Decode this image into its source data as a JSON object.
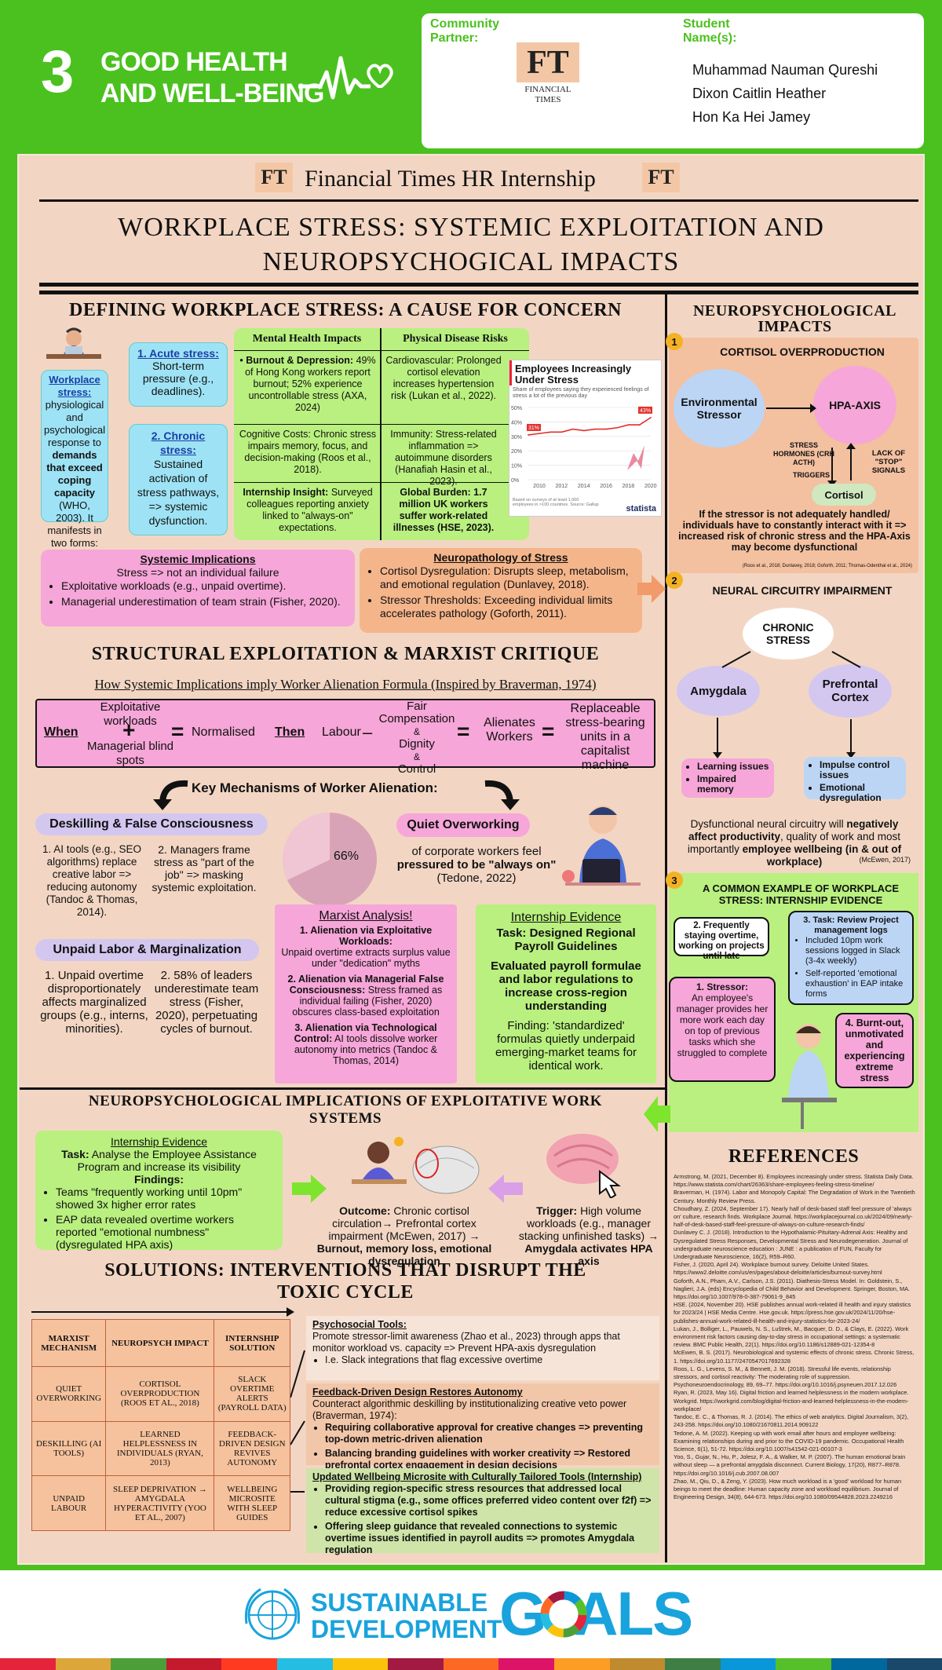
{
  "header": {
    "goal_number": "3",
    "goal_line1": "GOOD HEALTH",
    "goal_line2": "AND WELL-BEING",
    "community_label1": "Community",
    "community_label2": "Partner:",
    "ft_logo": "FT",
    "ft_name1": "FINANCIAL",
    "ft_name2": "TIMES",
    "student_label1": "Student",
    "student_label2": "Name(s):",
    "students": [
      "Muhammad Nauman Qureshi",
      "Dixon Caitlin Heather",
      "Hon Ka Hei Jamey"
    ]
  },
  "banner": {
    "ft": "FT",
    "title": "Financial Times HR Internship"
  },
  "title": {
    "line1": "WORKPLACE STRESS: SYSTEMIC EXPLOITATION AND",
    "line2": "NEUROPSYCHOGICAL IMPACTS"
  },
  "defining": {
    "title": "DEFINING WORKPLACE STRESS: A CAUSE FOR CONCERN",
    "def_head": "Workplace stress:",
    "def_text1": "physiological and psychological response to",
    "def_bold": "demands that exceed coping capacity",
    "def_text2": "(WHO, 2003). It manifests in two forms:",
    "acute_head": "1. Acute stress:",
    "acute_text": "Short-term pressure (e.g., deadlines).",
    "chronic_head": "2. Chronic stress:",
    "chronic_text": "Sustained activation of stress pathways, => systemic dysfunction.",
    "mh_head": "Mental Health Impacts",
    "mh1_bold": "Burnout & Depression:",
    "mh1": "49% of Hong Kong workers report burnout; 52% experience uncontrollable stress (AXA, 2024)",
    "mh2": "Cognitive Costs: Chronic stress impairs memory, focus, and decision-making (Roos et al., 2018).",
    "mh3_bold": "Internship Insight:",
    "mh3": "Surveyed colleagues reporting anxiety linked to \"always-on\" expectations.",
    "pd_head": "Physical Disease Risks",
    "pd1": "Cardiovascular: Prolonged cortisol elevation increases hypertension risk (Lukan et al., 2022).",
    "pd2": "Immunity: Stress-related inflammation => autoimmune disorders (Hanafiah Hasin et al., 2023).",
    "pd3": "Global Burden: 1.7 million UK workers suffer work-related illnesses (HSE, 2023).",
    "sys_head": "Systemic Implications",
    "sys1": "Stress => not an individual failure",
    "sys2": "Exploitative workloads (e.g., unpaid overtime).",
    "sys3": "Managerial underestimation of team strain (Fisher, 2020).",
    "neuro_head": "Neuropathology of Stress",
    "neuro1": "Cortisol Dysregulation: Disrupts sleep, metabolism, and emotional regulation (Dunlavey, 2018).",
    "neuro2": "Stressor Thresholds: Exceeding individual limits accelerates pathology (Goforth, 2011)."
  },
  "statista": {
    "title": "Employees Increasingly Under Stress",
    "subtitle": "Share of employees saying they experienced feelings of stress a lot of the previous day",
    "label_start": "31%",
    "label_end": "43%",
    "y_ticks": [
      "50%",
      "40%",
      "30%",
      "20%",
      "10%",
      "0%"
    ],
    "x_ticks": [
      "2010",
      "2012",
      "2014",
      "2016",
      "2018",
      "2020"
    ],
    "source": "Based on surveys of at least 1,000 employees in >100 countries. Source: Gallup",
    "brand": "statista"
  },
  "chart_data": {
    "type": "line",
    "title": "Employees Increasingly Under Stress",
    "x": [
      2009,
      2010,
      2011,
      2012,
      2013,
      2014,
      2015,
      2016,
      2017,
      2018,
      2019,
      2020
    ],
    "series": [
      {
        "values": [
          31,
          32,
          33,
          33,
          35,
          34,
          35,
          35,
          36,
          38,
          38,
          43
        ]
      }
    ],
    "ylim": [
      0,
      50
    ],
    "xlabel": "",
    "ylabel": ""
  },
  "structural": {
    "title": "STRUCTURAL EXPLOITATION & MARXIST CRITIQUE",
    "subtitle": "How Systemic Implications imply Worker Alienation Formula (Inspired by Braverman, 1974)",
    "when": "When",
    "exploitative": "Exploitative workloads",
    "plus": "+",
    "managerial": "Managerial blind spots",
    "eq": "=",
    "normalised": "Normalised",
    "then": "Then",
    "labour": "Labour",
    "minus": "–",
    "fair1": "Fair Compensation",
    "amp1": "&",
    "fair2": "Dignity",
    "amp2": "&",
    "fair3": "Control",
    "alienates": "Alienates Workers",
    "replaceable": "Replaceable stress-bearing units in a capitalist machine",
    "key_mech": "Key Mechanisms of Worker Alienation:",
    "desk_head": "Deskilling & False Consciousness",
    "desk1": "1. AI tools (e.g., SEO algorithms) replace creative labor => reducing autonomy (Tandoc & Thomas, 2014).",
    "desk2": "2. Managers frame stress as \"part of the job\" => masking systemic exploitation.",
    "pie_label": "66%",
    "quiet_head": "Quiet Overworking",
    "quiet_text1": "of corporate workers feel",
    "quiet_bold": "pressured to be \"always on\"",
    "quiet_cite": "(Tedone, 2022)",
    "unpaid_head": "Unpaid Labor & Marginalization",
    "unpaid1": "1. Unpaid overtime disproportionately affects marginalized groups (e.g., interns, minorities).",
    "unpaid2": "2. 58% of leaders underestimate team stress (Fisher, 2020), perpetuating cycles of burnout.",
    "marx_head": "Marxist Analysis!",
    "marx1_bold": "1. Alienation via Exploitative Workloads:",
    "marx1": "Unpaid overtime extracts surplus value under \"dedication\" myths",
    "marx2_bold": "2. Alienation via Managerial False Consciousness:",
    "marx2": "Stress framed as individual failing (Fisher, 2020) obscures class-based exploitation",
    "marx3_bold": "3. Alienation via Technological Control:",
    "marx3": "AI tools dissolve worker autonomy into metrics (Tandoc & Thomas, 2014)",
    "ie_head": "Internship Evidence",
    "ie_task": "Task: Designed Regional Payroll Guidelines",
    "ie_eval": "Evaluated payroll formulae and labor regulations to increase cross-region understanding",
    "ie_find": "Finding: 'standardized' formulas quietly underpaid emerging-market teams for identical work."
  },
  "neuro": {
    "title1": "NEUROPSYCHOLOGICAL",
    "title2": "IMPACTS",
    "n1": "1",
    "cortisol_head": "CORTISOL OVERPRODUCTION",
    "env": "Environmental Stressor",
    "hpa": "HPA-AXIS",
    "hormones": "STRESS HORMONES (CRH ACTH)",
    "triggers": "TRIGGERS",
    "lack": "LACK OF \"STOP\" SIGNALS",
    "cortisol": "Cortisol",
    "cortisol_text": "If the stressor is not adequately handled/ individuals have to constantly interact with it => increased risk of chronic stress and the HPA-Axis may become dysfunctional",
    "cortisol_cite": "(Roos et al., 2018; Dunlavey, 2018; Goforth, 2011; Thomas-Odenthal et al., 2024)",
    "n2": "2",
    "neural_head": "NEURAL CIRCUITRY IMPAIRMENT",
    "chronic": "CHRONIC STRESS",
    "amygdala": "Amygdala",
    "pfc": "Prefrontal Cortex",
    "amy1": "Learning issues",
    "amy2": "Impaired memory",
    "pfc1": "Impulse control issues",
    "pfc2": "Emotional dysregulation",
    "neural_text1": "Dysfunctional neural circuitry will",
    "neural_bold1": "negatively affect productivity",
    "neural_text2": ", quality of work and most importantly",
    "neural_bold2": "employee wellbeing (in & out of workplace)",
    "neural_cite": "(McEwen, 2017)",
    "n3": "3",
    "example_head": "A COMMON EXAMPLE OF WORKPLACE STRESS: INTERNSHIP EVIDENCE",
    "ex2": "2. Frequently staying overtime, working on projects until late",
    "ex3_head": "3. Task: Review Project management logs",
    "ex3a": "Included 10pm work sessions logged in Slack (3-4x weekly)",
    "ex3b": "Self-reported 'emotional exhaustion' in EAP intake forms",
    "ex1_head": "1. Stressor:",
    "ex1": "An employee's manager provides her more work each day on top of previous tasks which she struggled to complete",
    "ex4": "4. Burnt-out, unmotivated and experiencing extreme stress"
  },
  "implications": {
    "title1": "NEUROPSYCHOLOGICAL IMPLICATIONS OF EXPLOITATIVE WORK",
    "title2": "SYSTEMS",
    "ie_head": "Internship Evidence",
    "task_bold": "Task:",
    "task": "Analyse the Employee Assistance Program and increase its visibility",
    "findings": "Findings:",
    "f1": "Teams \"frequently working until 10pm\" showed 3x higher error rates",
    "f2": "EAP data revealed overtime workers reported \"emotional numbness\" (dysregulated HPA axis)",
    "outcome_bold": "Outcome:",
    "outcome": "Chronic cortisol circulation→ Prefrontal cortex impairment (McEwen, 2017) →",
    "outcome2": "Burnout, memory loss, emotional dysregulation",
    "trigger_bold": "Trigger:",
    "trigger": "High volume workloads (e.g., manager stacking unfinished tasks)",
    "trigger2": "→ Amygdala activates HPA axis"
  },
  "solutions": {
    "title1": "SOLUTIONS: INTERVENTIONS THAT DISRUPT THE",
    "title2": "TOXIC CYCLE",
    "th": [
      "MARXIST MECHANISM",
      "NEUROPSYCH IMPACT",
      "INTERNSHIP SOLUTION"
    ],
    "rows": [
      [
        "QUIET OVERWORKING",
        "CORTISOL OVERPRODUCTION (ROOS ET AL., 2018)",
        "SLACK OVERTIME ALERTS (PAYROLL DATA)"
      ],
      [
        "DESKILLING (AI TOOLS)",
        "LEARNED HELPLESSNESS IN INDIVIDUALS (RYAN, 2013)",
        "FEEDBACK-DRIVEN DESIGN REVIVES AUTONOMY"
      ],
      [
        "UNPAID LABOUR",
        "SLEEP DEPRIVATION → AMYGDALA HYPERACTIVITY (YOO ET AL., 2007)",
        "WELLBEING MICROSITE WITH SLEEP GUIDES"
      ]
    ],
    "s1_head": "Psychosocial Tools:",
    "s1": "Promote stressor-limit awareness (Zhao et al., 2023) through apps that monitor workload vs. capacity => Prevent HPA-axis dysregulation",
    "s1b": "I.e. Slack integrations that flag excessive overtime",
    "s2_head": "Feedback-Driven Design Restores Autonomy",
    "s2": "Counteract algorithmic deskilling by institutionalizing creative veto power (Braverman, 1974):",
    "s2a": "Requiring collaborative approval for creative changes => preventing top-down metric-driven alienation",
    "s2b": "Balancing branding guidelines with worker creativity => Restored prefrontal cortex engagement in design decisions",
    "s3_head": "Updated Wellbeing Microsite with Culturally Tailored Tools (Internship)",
    "s3a": "Providing region-specific stress resources that addressed local cultural stigma (e.g., some offices preferred video content over f2f) => reduce excessive cortisol spikes",
    "s3b": "Offering sleep guidance that revealed connections to systemic overtime issues identified in payroll audits => promotes Amygdala regulation"
  },
  "references": {
    "title": "REFERENCES",
    "items": [
      "Armstrong, M. (2021, December 8). Employees increasingly under stress. Statista Daily Data. https://www.statista.com/chart/26363/share-employees-feeling-stress-timeline/",
      "Braverman, H. (1974). Labor and Monopoly Capital: The Degradation of Work in the Twentieth Century. Monthly Review Press.",
      "Choudhary, Z. (2024, September 17). Nearly half of desk-based staff feel pressure of 'always on' culture, research finds. Workplace Journal. https://workplacejournal.co.uk/2024/09/nearly-half-of-desk-based-staff-feel-pressure-of-always-on-culture-research-finds/",
      "Dunlavey C. J. (2018). Introduction to the Hypothalamic-Pituitary-Adrenal Axis: Healthy and Dysregulated Stress Responses, Developmental Stress and Neurodegeneration. Journal of undergraduate neuroscience education : JUNE : a publication of FUN, Faculty for Undergraduate Neuroscience, 16(2), R59–R60.",
      "Fisher, J. (2020, April 24). Workplace burnout survey. Deloitte United States. https://www2.deloitte.com/us/en/pages/about-deloitte/articles/burnout-survey.html",
      "Goforth, A.N., Pham, A.V., Carlson, J.S. (2011). Diathesis-Stress Model. In: Goldstein, S., Naglieri, J.A. (eds) Encyclopedia of Child Behavior and Development. Springer, Boston, MA. https://doi.org/10.1007/978-0-387-79061-9_845",
      "HSE. (2024, November 20). HSE publishes annual work-related ill health and injury statistics for 2023/24 | HSE Media Centre. Hse.gov.uk. https://press.hse.gov.uk/2024/11/20/hse-publishes-annual-work-related-ill-health-and-injury-statistics-for-2023-24/",
      "Lukan, J., Bolliger, L., Pauwels, N. S., Luštrek, M., Bacquer, D. D., & Clays, E. (2022). Work environment risk factors causing day-to-day stress in occupational settings: a systematic review. BMC Public Health, 22(1). https://doi.org/10.1186/s12889-021-12354-8",
      "McEwen, B. S. (2017). Neurobiological and systemic effects of chronic stress. Chronic Stress, 1. https://doi.org/10.1177/2470547017692328",
      "Roos, L. G., Levens, S. M., & Bennett, J. M. (2018). Stressful life events, relationship stressors, and cortisol reactivity: The moderating role of suppression. Psychoneuroendocrinology, 89, 69–77. https://doi.org/10.1016/j.psyneuen.2017.12.026",
      "Ryan, R. (2023, May 16). Digital friction and learned helplessness in the modern workplace. Workgrid. https://workgrid.com/blog/digital-friction-and-learned-helplessness-in-the-modern-workplace/",
      "Tandoc, E. C., & Thomas, R. J. (2014). The ethics of web analytics. Digital Journalism, 3(2), 243-258. https://doi.org/10.1080/21670811.2014.909122",
      "Tedone, A. M. (2022). Keeping up with work email after hours and employee wellbeing: Examining relationships during and prior to the COVID-19 pandemic. Occupational Health Science, 6(1), 51-72. https://doi.org/10.1007/s41542-021-00107-3",
      "Yoo, S., Gujar, N., Hu, P., Jolesz, F. A., & Walker, M. P. (2007). The human emotional brain without sleep — a prefrontal amygdala disconnect. Current Biology, 17(20), R877–R878. https://doi.org/10.1016/j.cub.2007.08.007",
      "Zhao, M., Qiu, D., & Zeng, Y. (2023). How much workload is a 'good' workload for human beings to meet the deadline: Human capacity zone and workload equilibrium. Journal of Engineering Design, 34(8), 644-673. https://doi.org/10.1080/09544828.2023.2249216"
    ]
  },
  "footer": {
    "line1": "SUSTAINABLE",
    "line2": "DEVELOPMENT",
    "goals": "G  ALS"
  }
}
